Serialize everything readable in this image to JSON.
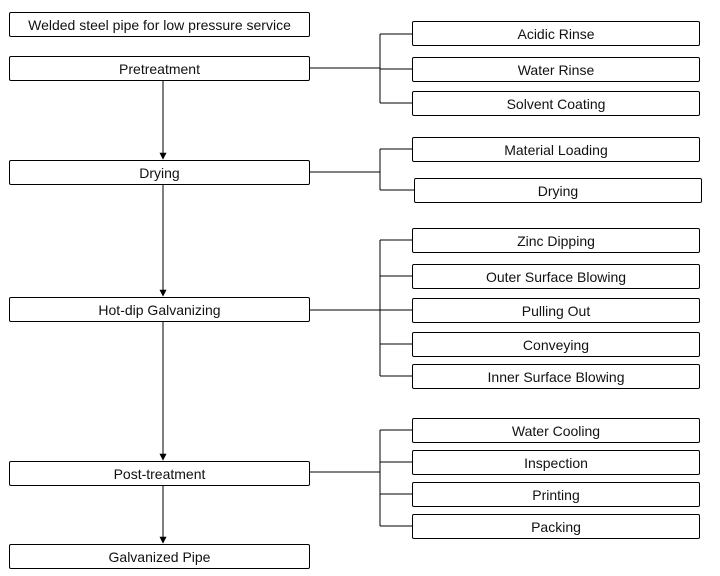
{
  "main_steps": {
    "source": "Welded steel pipe for low pressure service",
    "pretreatment": "Pretreatment",
    "drying": "Drying",
    "galvanizing": "Hot-dip Galvanizing",
    "post_treatment": "Post-treatment",
    "result": "Galvanized Pipe"
  },
  "pretreatment_steps": [
    "Acidic Rinse",
    "Water Rinse",
    "Solvent Coating"
  ],
  "drying_steps": [
    "Material Loading",
    "Drying"
  ],
  "galvanizing_steps": [
    "Zinc Dipping",
    "Outer Surface Blowing",
    "Pulling Out",
    "Conveying",
    "Inner Surface Blowing"
  ],
  "post_treatment_steps": [
    "Water Cooling",
    "Inspection",
    "Printing",
    "Packing"
  ]
}
